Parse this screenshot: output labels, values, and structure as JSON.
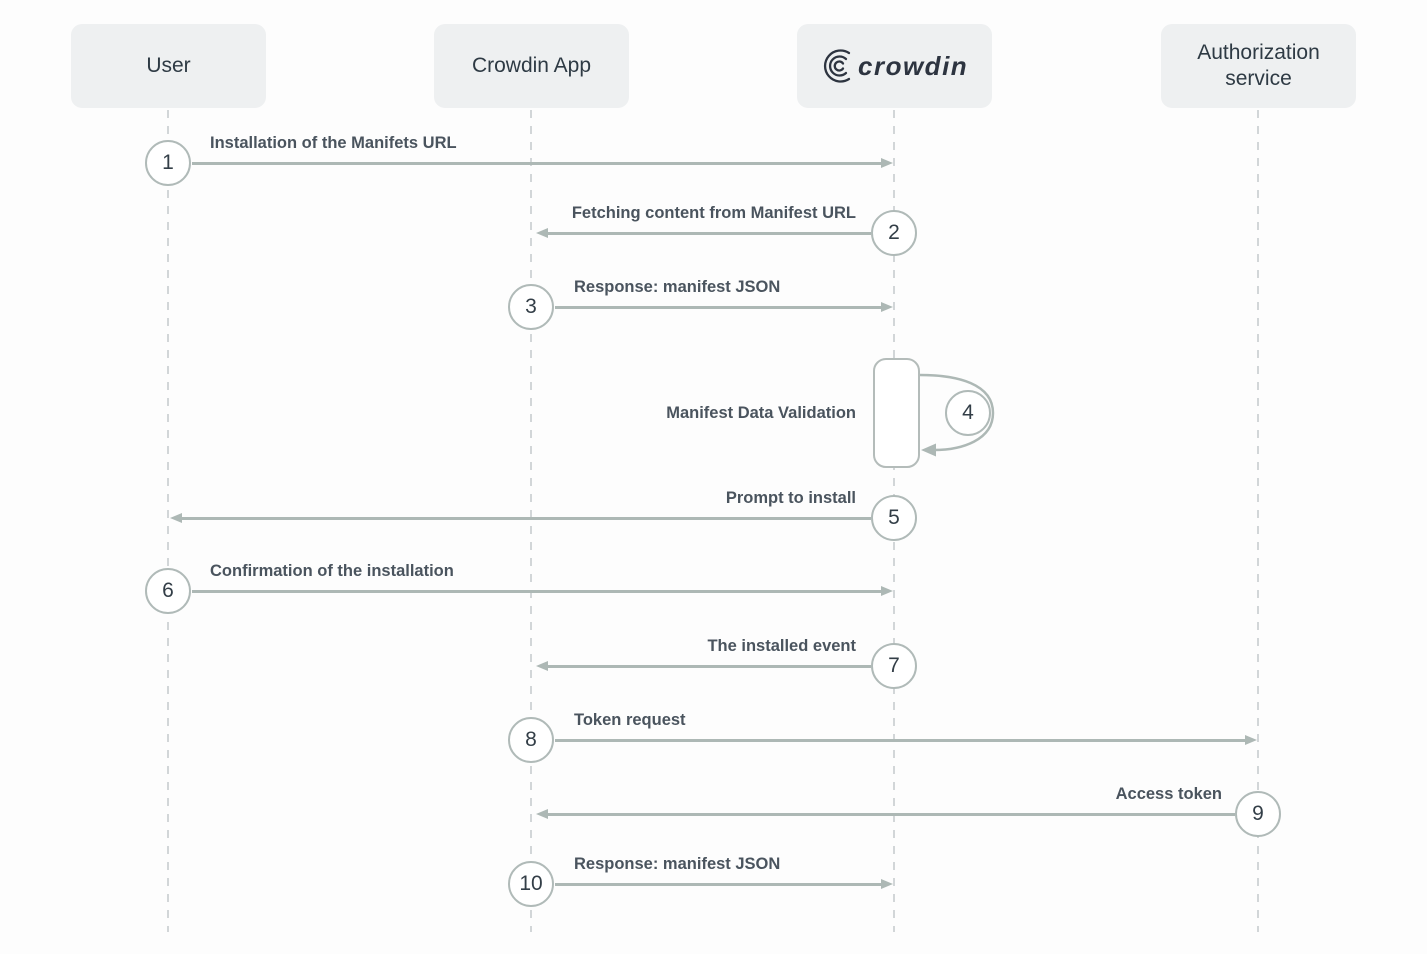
{
  "diagram": {
    "type": "sequence",
    "participants": [
      {
        "id": "user",
        "label": "User"
      },
      {
        "id": "crowdin-app",
        "label": "Crowdin App"
      },
      {
        "id": "crowdin",
        "label": "crowdin",
        "rendered_as": "logo"
      },
      {
        "id": "authorization-service",
        "label": "Authorization service"
      }
    ],
    "messages": [
      {
        "step": "1",
        "label": "Installation of the Manifets URL",
        "from": "User",
        "to": "Crowdin",
        "direction": "right"
      },
      {
        "step": "2",
        "label": "Fetching content from Manifest URL",
        "from": "Crowdin",
        "to": "Crowdin App",
        "direction": "left"
      },
      {
        "step": "3",
        "label": "Response: manifest JSON",
        "from": "Crowdin App",
        "to": "Crowdin",
        "direction": "right"
      },
      {
        "step": "4",
        "label": "Manifest Data Validation",
        "from": "Crowdin",
        "to": "Crowdin",
        "direction": "self"
      },
      {
        "step": "5",
        "label": "Prompt to install",
        "from": "Crowdin",
        "to": "User",
        "direction": "left"
      },
      {
        "step": "6",
        "label": "Confirmation of the installation",
        "from": "User",
        "to": "Crowdin",
        "direction": "right"
      },
      {
        "step": "7",
        "label": "The installed event",
        "from": "Crowdin",
        "to": "Crowdin App",
        "direction": "left"
      },
      {
        "step": "8",
        "label": "Token request",
        "from": "Crowdin App",
        "to": "Authorization service",
        "direction": "right"
      },
      {
        "step": "9",
        "label": "Access token",
        "from": "Authorization service",
        "to": "Crowdin App",
        "direction": "left"
      },
      {
        "step": "10",
        "label": "Response: manifest JSON",
        "from": "Crowdin App",
        "to": "Crowdin",
        "direction": "right"
      }
    ],
    "colors": {
      "background": "#fdfdfd",
      "participant_box_bg": "#eef0f1",
      "participant_text": "#2e3a44",
      "arrow": "#adb8b5",
      "circle_border": "#b0bab8",
      "circle_text": "#333e47",
      "label_text": "#4a545e",
      "lifeline": "#d2d6d8",
      "logo": "#2d3440"
    }
  }
}
